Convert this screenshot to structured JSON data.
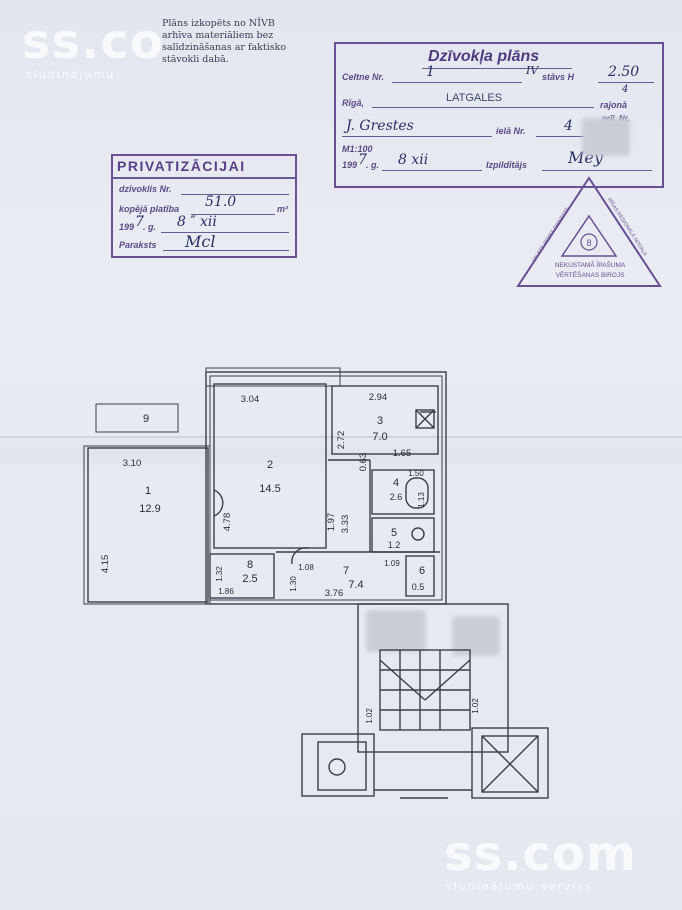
{
  "watermarks": {
    "top_logo": "ss.co",
    "top_tagline": "sludinājumu",
    "bottom_logo": "ss.com",
    "bottom_tagline": "sludinājumu serviss"
  },
  "archive_note": {
    "lines": [
      "Plāns izkopēts no NĪVB",
      "arhīva materiāliem bez",
      "salīdzināšanas ar faktisko",
      "stāvokli dabā."
    ]
  },
  "apartment_plan_stamp": {
    "title": "Dzīvokļa plāns",
    "building_label": "Celtne Nr.",
    "building_value": "1",
    "floor_value": "IV",
    "floor_label": "stāvs H",
    "height_value": "2.50",
    "city_label": "Rīgā,",
    "district_value": "LATGALES",
    "district_label": "rajonā",
    "district_note": "4",
    "extra_label": "prīl. Nr.",
    "street_value": "J. Grestes",
    "street_label": "ielā Nr.",
    "street_no": "4",
    "scale_label": "M1:100",
    "date_prefix": "199",
    "date_year_digit": "7",
    "date_label": ". g.",
    "date_value": "8 xii",
    "executor_label": "Izpildītājs",
    "executor_sign": "Mey"
  },
  "privatization_stamp": {
    "title": "PRIVATIZĀCIJAI",
    "apartment_label": "dzīvoklis Nr.",
    "area_label": "kopējā platība",
    "area_value": "51.0",
    "area_unit": "m²",
    "date_prefix": "199",
    "date_year_digit": "7",
    "date_label": ". g.",
    "date_value": "8  ″  xii",
    "signature_label": "Paraksts",
    "signature_value": "Mcl"
  },
  "triangle_stamp": {
    "side_left": "VALSTS ZEMES DIENESTS",
    "side_right": "RĪGAS REĢIONĀLĀ NODAĻA",
    "line1": "NEKUSTAMĀ ĪPAŠUMA",
    "line2": "VĒRTĒŠANAS BIROJS"
  },
  "floor_plan": {
    "rooms": [
      {
        "number": "1",
        "area": "12.9"
      },
      {
        "number": "2",
        "area": "14.5"
      },
      {
        "number": "3",
        "area": "7.0"
      },
      {
        "number": "4",
        "area": "2.6"
      },
      {
        "number": "5",
        "area": "1.2"
      },
      {
        "number": "6",
        "area": "0.5"
      },
      {
        "number": "7",
        "area": "7.4"
      },
      {
        "number": "8",
        "area": "2.5"
      },
      {
        "number": "9",
        "area": ""
      }
    ],
    "dimensions": [
      "3.04",
      "2.94",
      "3.10",
      "2.72",
      "0.63",
      "1.65",
      "1.50",
      "1.13",
      "4.78",
      "1.97",
      "3.33",
      "4.15",
      "1.32",
      "1.86",
      "1.08",
      "1.30",
      "3.76",
      "1.09",
      "1.02",
      "1.02"
    ]
  }
}
